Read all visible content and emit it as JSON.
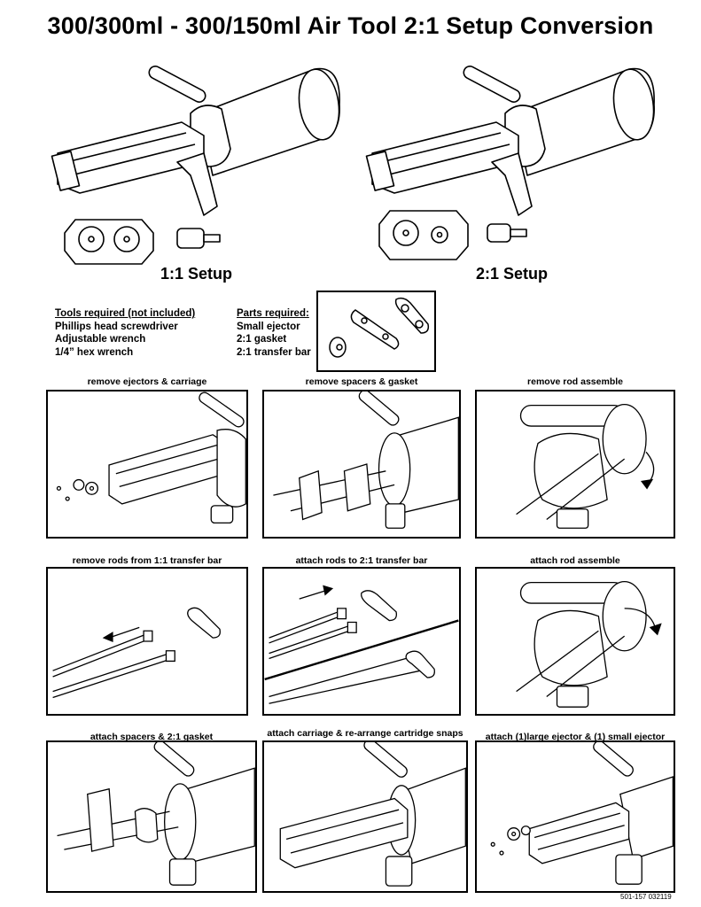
{
  "title": "300/300ml - 300/150ml Air Tool 2:1 Setup Conversion",
  "setups": [
    {
      "label": "1:1 Setup"
    },
    {
      "label": "2:1 Setup"
    }
  ],
  "tools": {
    "heading": "Tools required (not included)",
    "items": [
      "Phillips head screwdriver",
      "Adjustable wrench",
      "1/4” hex wrench"
    ]
  },
  "parts": {
    "heading": "Parts required:",
    "items": [
      "Small ejector",
      "2:1 gasket",
      "2:1 transfer bar"
    ]
  },
  "steps": [
    {
      "label": "remove ejectors & carriage"
    },
    {
      "label": "remove spacers & gasket"
    },
    {
      "label": "remove rod assemble"
    },
    {
      "label": "remove rods from 1:1 transfer bar"
    },
    {
      "label": "attach rods to 2:1 transfer bar"
    },
    {
      "label": "attach rod assemble"
    },
    {
      "label": "attach spacers & 2:1 gasket"
    },
    {
      "label": "attach carriage & re-arrange cartridge snaps"
    },
    {
      "label": "attach (1)large ejector & (1) small ejector"
    }
  ],
  "doc_number": "501-157 032119"
}
